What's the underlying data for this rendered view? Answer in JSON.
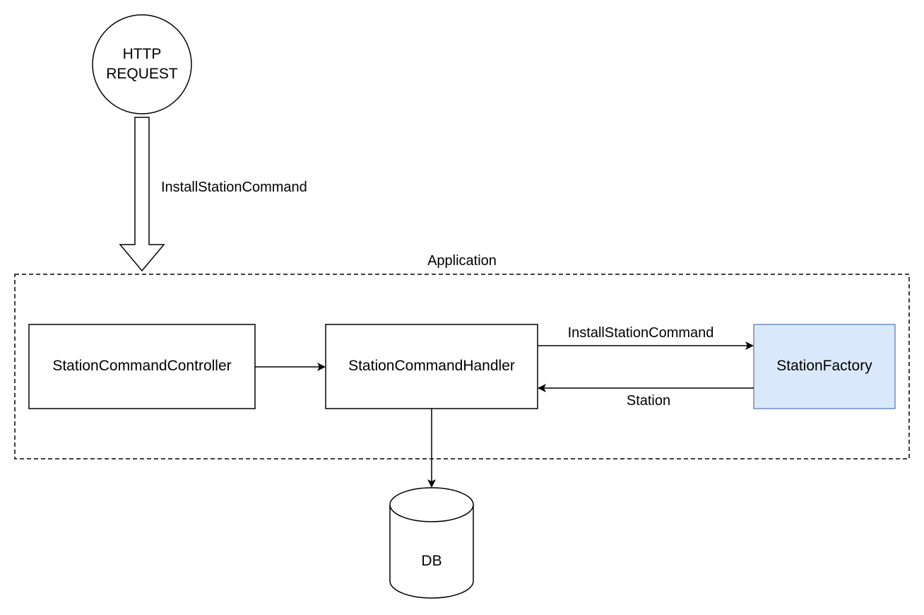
{
  "http_request": {
    "line1": "HTTP",
    "line2": "REQUEST"
  },
  "input_arrow_label": "InstallStationCommand",
  "container": {
    "title": "Application"
  },
  "nodes": {
    "controller": "StationCommandController",
    "handler": "StationCommandHandler",
    "factory": "StationFactory",
    "db": "DB"
  },
  "edges": {
    "handler_to_factory": "InstallStationCommand",
    "factory_to_handler": "Station"
  },
  "colors": {
    "factory_fill": "#dae8fc",
    "factory_stroke": "#6c8ebf",
    "stroke": "#000000"
  }
}
